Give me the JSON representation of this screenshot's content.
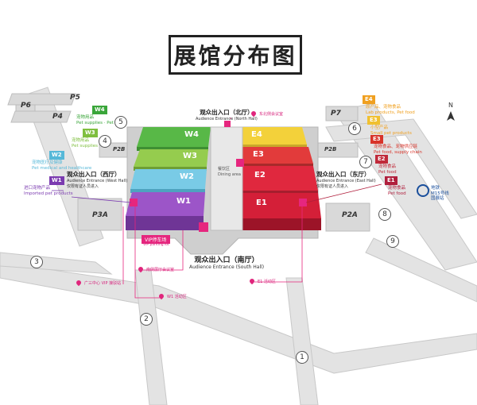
{
  "title": "展馆分布图",
  "parking": {
    "p5": "P5",
    "p4": "P4",
    "p6": "P6",
    "p7": "P7",
    "p2b_left": "P2B",
    "p2b_right": "P2B",
    "p3a": "P3A",
    "p2a": "P2A"
  },
  "halls": {
    "w4": "W4",
    "w3": "W3",
    "w2": "W2",
    "w1": "W1",
    "e4": "E4",
    "e3": "E3",
    "e2": "E2",
    "e1": "E1",
    "dining": "餐饮区",
    "dining_en": "Dining area"
  },
  "tags_west": [
    {
      "id": "W4",
      "cn": "宠物用品",
      "en": "Pet supplies · Pet food",
      "color": "#3aa63a"
    },
    {
      "id": "W3",
      "cn": "宠物用品",
      "en": "Pet supplies",
      "color": "#7fbf3f"
    },
    {
      "id": "W2",
      "cn": "宠物医疗及健康",
      "en": "Pet medical and healthcare",
      "color": "#56b8d8"
    },
    {
      "id": "W1",
      "cn": "进口宠物产品",
      "en": "Imported pet products",
      "color": "#7b3bb0"
    }
  ],
  "tags_east": [
    {
      "id": "E4",
      "cn": "原产品、宠物食品",
      "en": "Lab products, Pet food",
      "color": "#f0a020"
    },
    {
      "id": "E3",
      "cn": "小型产品",
      "en": "Small pet products",
      "color": "#f0c030"
    },
    {
      "id": "E3",
      "cn": "宠物食品、宠物供应链",
      "en": "Pet food, supply chain",
      "color": "#d8342a"
    },
    {
      "id": "E2",
      "cn": "宠物食品",
      "en": "Pet food",
      "color": "#c02a3a"
    },
    {
      "id": "E1",
      "cn": "宠物食品",
      "en": "Pet food",
      "color": "#b01e3c"
    }
  ],
  "entrances": {
    "north_cn": "观众出入口（北厅）",
    "north_en": "Audience Entrance (North Hall)",
    "west_cn": "观众出入口（西厅）",
    "west_en": "Audience Entrance (West Hall)",
    "west_sub": "仅限有证人员进入",
    "east_cn": "观众出入口（东厅）",
    "east_en": "Audience Entrance (East Hall)",
    "east_sub": "仅限有证人员进入",
    "south_cn": "观众出入口（南厅）",
    "south_en": "Audience Entrance (South Hall)"
  },
  "pins": {
    "north": "东北侧会议室",
    "vip": "VIP停车场",
    "vip_en": "VIP parking lot",
    "sw": "广三中心 VIP 接驳站",
    "mid": "南侧展厅会议室",
    "w1": "W1 活动区",
    "e1": "E1 活动区"
  },
  "roads": [
    "1",
    "2",
    "3",
    "4",
    "5",
    "6",
    "7",
    "8",
    "9"
  ],
  "metro": {
    "line": "地铁",
    "station": "M15号线\n国展站"
  },
  "compass": "N"
}
